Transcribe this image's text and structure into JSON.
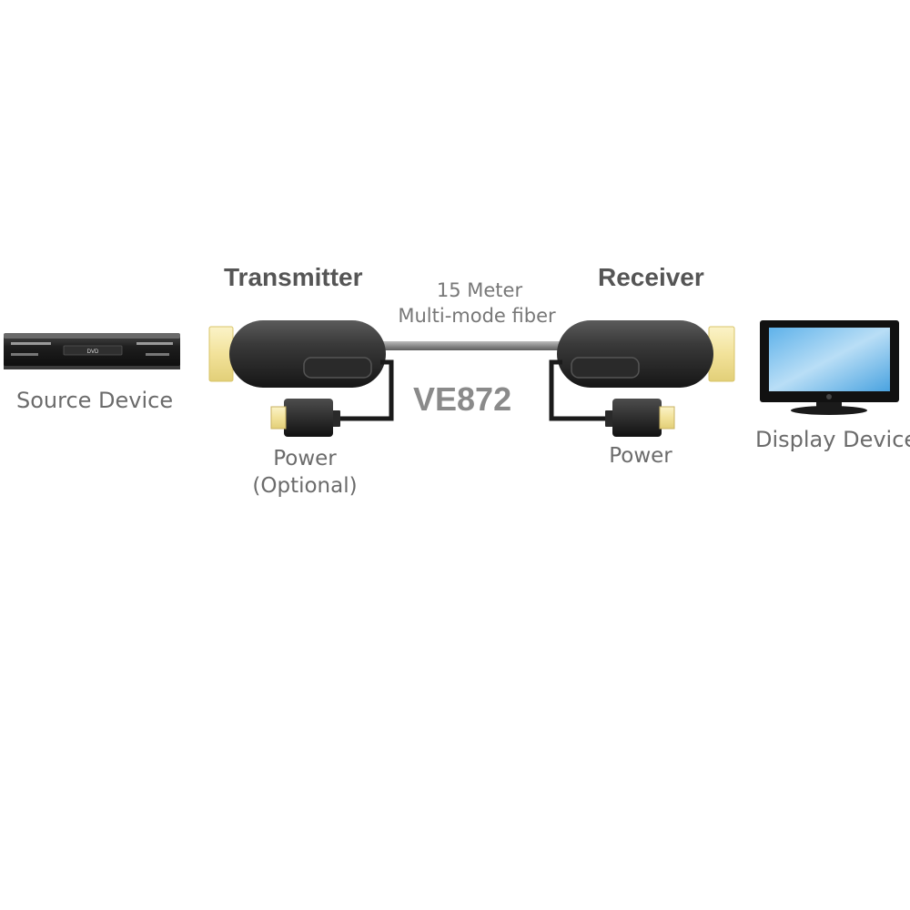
{
  "diagram": {
    "transmitter_title": "Transmitter",
    "receiver_title": "Receiver",
    "cable_length": "15 Meter",
    "cable_type": "Multi-mode fiber",
    "model": "VE872",
    "source_label": "Source Device",
    "display_label": "Display Device",
    "tx_power_label": "Power",
    "tx_power_note": "(Optional)",
    "rx_power_label": "Power",
    "dvd_badge": "DVD"
  },
  "colors": {
    "connector_gold": "#f2e29a",
    "body_dark": "#2a2a2a",
    "cable_grey": "#8c8c8c",
    "screen_blue": "#a9d4f2"
  }
}
